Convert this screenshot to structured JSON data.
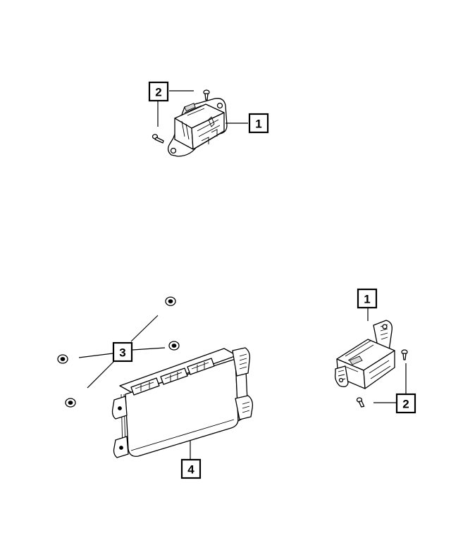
{
  "callouts": {
    "top_module": "1",
    "top_screws": "2",
    "nuts": "3",
    "large_module": "4",
    "right_module": "1",
    "right_screws": "2"
  }
}
